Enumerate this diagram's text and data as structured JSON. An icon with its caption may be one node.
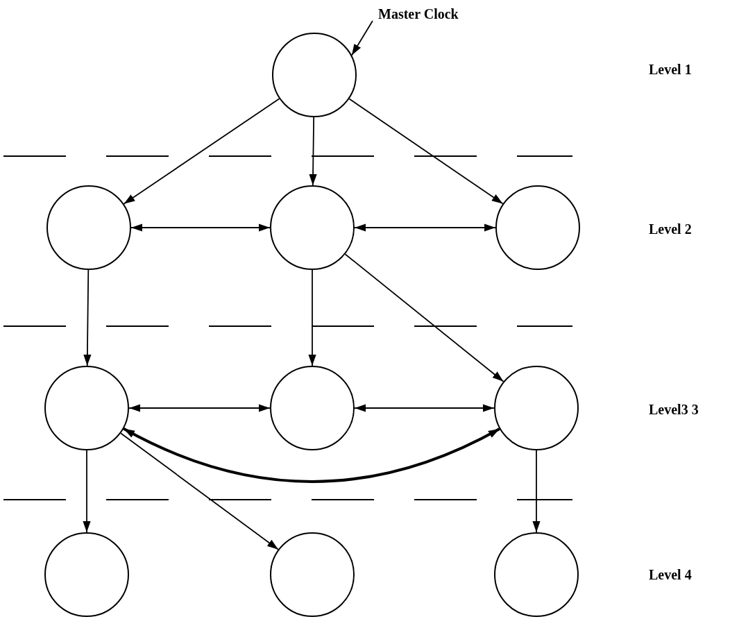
{
  "diagram": {
    "nodes": [
      {
        "text": [
          "Master Clock"
        ]
      },
      {
        "text": [],
        "shape": "circle"
      },
      {
        "text": [],
        "shape": "circle"
      },
      {
        "text": [],
        "shape": "circle"
      },
      {
        "text": [],
        "shape": "circle"
      },
      {
        "text": [],
        "shape": "circle"
      },
      {
        "text": [],
        "shape": "circle"
      },
      {
        "text": [],
        "shape": "circle"
      },
      {
        "text": [],
        "shape": "circle"
      },
      {
        "text": [],
        "shape": "circle"
      },
      {
        "text": [],
        "shape": "circle"
      }
    ],
    "edges": [
      {
        "from": 0,
        "to": 1,
        "arrow": "to"
      },
      {
        "from": 1,
        "to": 2,
        "arrow": "to"
      },
      {
        "from": 1,
        "to": 3,
        "arrow": "to"
      },
      {
        "from": 1,
        "to": 4,
        "arrow": "to"
      },
      {
        "from": 2,
        "to": 3,
        "arrow": "both"
      },
      {
        "from": 3,
        "to": 4,
        "arrow": "both"
      },
      {
        "from": 2,
        "to": 5,
        "arrow": "to"
      },
      {
        "from": 3,
        "to": 6,
        "arrow": "to"
      },
      {
        "from": 3,
        "to": 7,
        "arrow": "to"
      },
      {
        "from": 5,
        "to": 6,
        "arrow": "both"
      },
      {
        "from": 6,
        "to": 7,
        "arrow": "both"
      },
      {
        "from": 5,
        "to": 7,
        "arrow": "both",
        "style": "thick"
      },
      {
        "from": 5,
        "to": 8,
        "arrow": "to"
      },
      {
        "from": 5,
        "to": 9,
        "arrow": "to"
      },
      {
        "from": 7,
        "to": 10,
        "arrow": "to"
      }
    ],
    "labels": [
      "Level 1",
      "Level 2",
      "Level3 3",
      "Level 4"
    ]
  }
}
